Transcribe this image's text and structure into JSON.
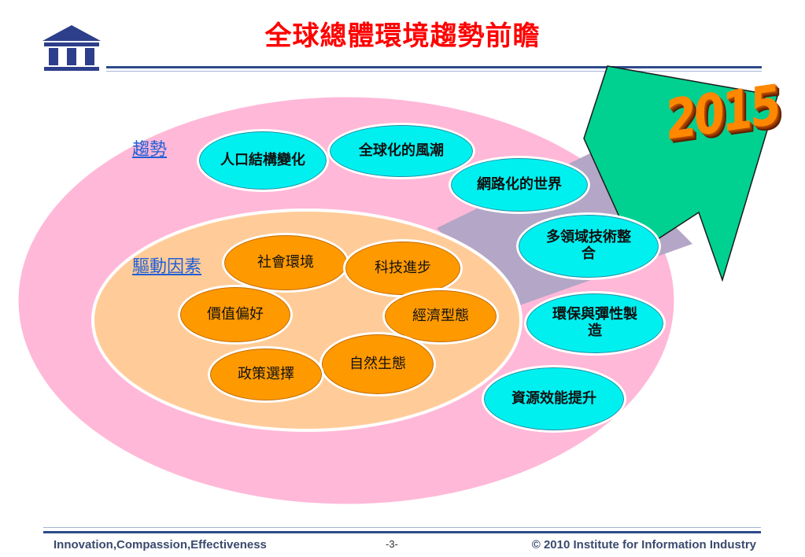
{
  "title": "全球總體環境趨勢前瞻",
  "year_label": "2015",
  "labels": {
    "trend": "趨勢",
    "driver": "驅動因素"
  },
  "trend_bubbles": [
    {
      "text": "人口結構變化"
    },
    {
      "text": "全球化的風潮"
    },
    {
      "text": "網路化的世界"
    },
    {
      "text": "多領域技術整合"
    },
    {
      "text": "環保與彈性製造"
    },
    {
      "text": "資源效能提升"
    }
  ],
  "driver_bubbles": [
    {
      "text": "社會環境"
    },
    {
      "text": "科技進步"
    },
    {
      "text": "價值偏好"
    },
    {
      "text": "經濟型態"
    },
    {
      "text": "自然生態"
    },
    {
      "text": "政策選擇"
    }
  ],
  "footer": {
    "left": "Innovation,Compassion,Effectiveness",
    "page": "-3-",
    "right": "© 2010 Institute for Information Industry"
  },
  "colors": {
    "title": "#ff0000",
    "outer_ellipse": "#ffb8d8",
    "inner_ellipse": "#ffcc99",
    "trend_bubble": "#00f0f0",
    "driver_bubble": "#ff9900",
    "arrow": "#00cc88",
    "band": "#b0a0c0"
  }
}
